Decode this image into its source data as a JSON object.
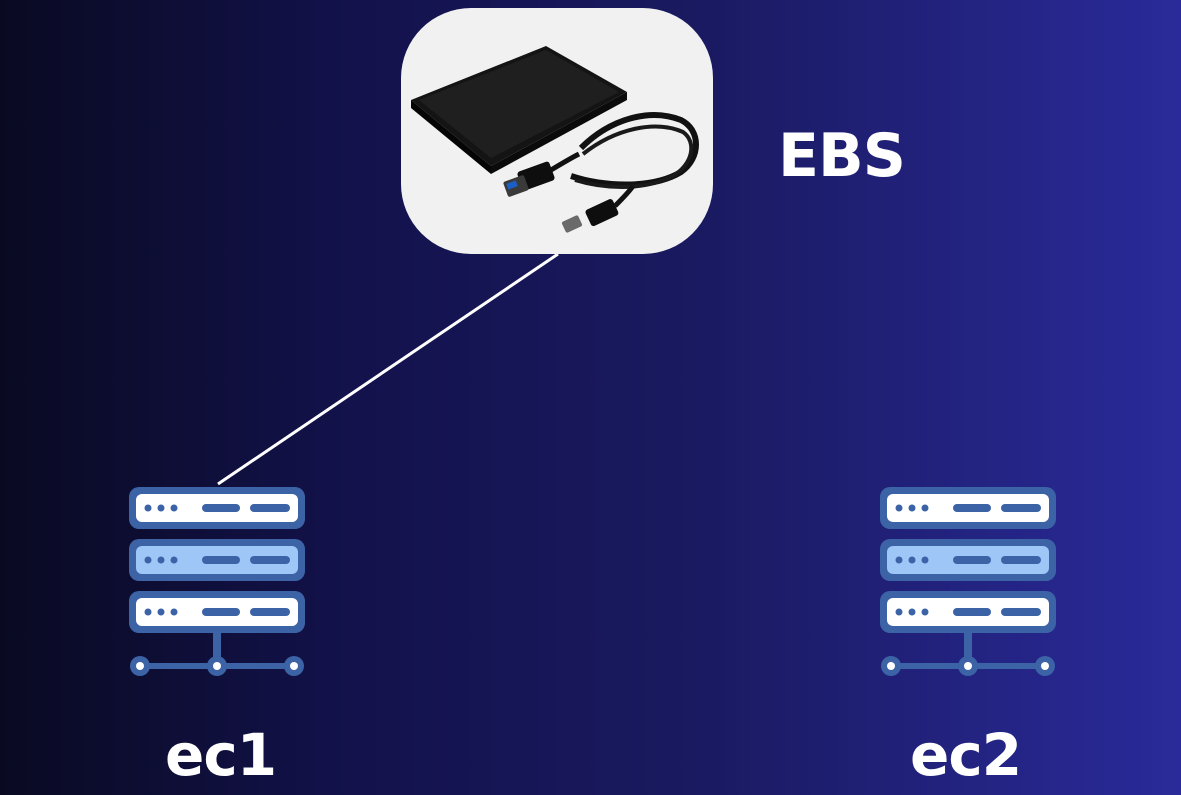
{
  "storage": {
    "label": "EBS",
    "icon": "external-hard-drive-icon"
  },
  "instances": [
    {
      "label": "ec1",
      "icon": "server-rack-icon",
      "attached": true
    },
    {
      "label": "ec2",
      "icon": "server-rack-icon",
      "attached": false
    }
  ],
  "colors": {
    "background_left": "#090a22",
    "background_right": "#2a2a9a",
    "server_frame": "#3b63a6",
    "server_unit_light": "#ffffff",
    "server_unit_accent": "#9ec6f7",
    "connector": "#ffffff",
    "label_text": "#ffffff"
  }
}
